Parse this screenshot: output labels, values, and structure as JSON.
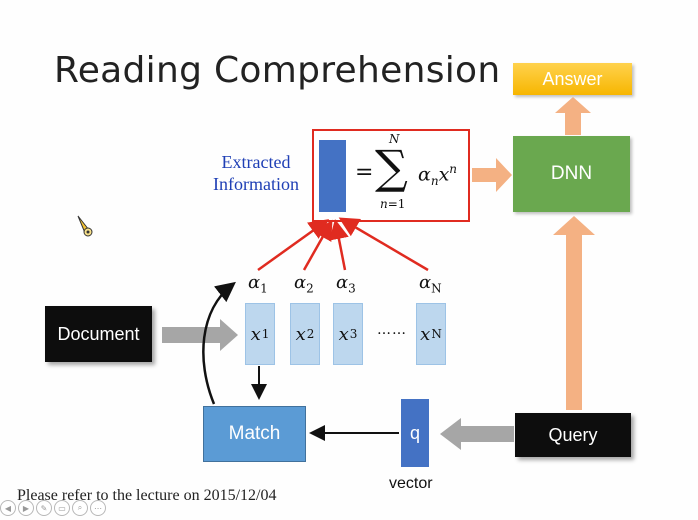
{
  "title": "Reading Comprehension",
  "answer_label": "Answer",
  "dnn_label": "DNN",
  "document_label": "Document",
  "query_label": "Query",
  "match_label": "Match",
  "q_label": "q",
  "vector_label": "vector",
  "extracted_label": "Extracted Information",
  "dots": "……",
  "alphas": [
    {
      "base": "α",
      "sub": "1"
    },
    {
      "base": "α",
      "sub": "2"
    },
    {
      "base": "α",
      "sub": "3"
    },
    {
      "base": "α",
      "sub": "N"
    }
  ],
  "xs": [
    {
      "base": "x",
      "sup": "1"
    },
    {
      "base": "x",
      "sup": "2"
    },
    {
      "base": "x",
      "sup": "3"
    },
    {
      "base": "x",
      "sup": "N"
    }
  ],
  "equation": {
    "equals": "=",
    "sigma": "∑",
    "upper": "N",
    "lower_var": "n",
    "lower_eq": "=1",
    "alpha": "α",
    "alpha_sub": "n",
    "x": "x",
    "x_sup": "n"
  },
  "footer": "Please refer to the lecture on 2015/12/04",
  "player_controls": [
    "◀",
    "▶",
    "✎",
    "▭",
    "⌕",
    "⋯"
  ],
  "colors": {
    "answer": "#f7b600",
    "dnn": "#6aa84f",
    "match": "#5b9bd5",
    "q": "#4472c4",
    "x_cells": "#bdd7ee",
    "red_arrows": "#e02b20",
    "peach_arrows": "#f4b183",
    "grey_arrows": "#a6a6a6",
    "extracted_text": "#1f3fb5"
  }
}
